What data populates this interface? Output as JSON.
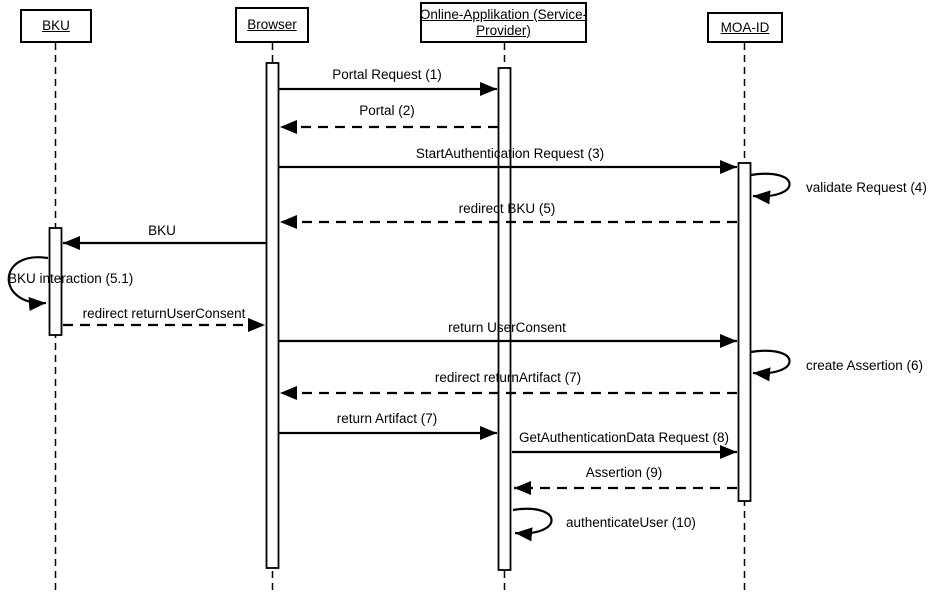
{
  "diagram_type": "uml-sequence-diagram",
  "colors": {
    "background": "#ffffff",
    "line": "#000000",
    "text": "#000000"
  },
  "actors": {
    "bku": {
      "label": "BKU"
    },
    "browser": {
      "label": "Browser"
    },
    "online_app": {
      "label_line1": "Online-Applikation (Service-",
      "label_line2": "Provider)"
    },
    "moa_id": {
      "label": "MOA-ID"
    }
  },
  "messages": {
    "portal_request": {
      "label": "Portal Request (1)",
      "from": "Browser",
      "to": "Online-Applikation (Service-Provider)",
      "style": "solid"
    },
    "portal": {
      "label": "Portal (2)",
      "from": "Online-Applikation (Service-Provider)",
      "to": "Browser",
      "style": "dashed"
    },
    "start_authentication": {
      "label": "StartAuthentication Request (3)",
      "from": "Browser",
      "to": "MOA-ID",
      "style": "solid"
    },
    "validate_request": {
      "label": "validate Request (4)",
      "on": "MOA-ID",
      "style": "self"
    },
    "redirect_bku": {
      "label": "redirect BKU (5)",
      "from": "MOA-ID",
      "to": "Browser",
      "style": "dashed"
    },
    "bku": {
      "label": "BKU",
      "from": "Browser",
      "to": "BKU",
      "style": "solid"
    },
    "bku_interaction": {
      "label": "BKU interaction (5.1)",
      "on": "BKU",
      "style": "self"
    },
    "redirect_return_user_consent": {
      "label": "redirect returnUserConsent",
      "from": "BKU",
      "to": "Browser",
      "style": "dashed"
    },
    "return_user_consent": {
      "label": "return UserConsent",
      "from": "Browser",
      "to": "MOA-ID",
      "style": "solid"
    },
    "create_assertion": {
      "label": "create Assertion (6)",
      "on": "MOA-ID",
      "style": "self"
    },
    "redirect_return_artifact": {
      "label": "redirect returnArtifact (7)",
      "from": "MOA-ID",
      "to": "Browser",
      "style": "dashed"
    },
    "return_artifact": {
      "label": "return Artifact (7)",
      "from": "Browser",
      "to": "Online-Applikation (Service-Provider)",
      "style": "solid"
    },
    "get_authentication_data": {
      "label": "GetAuthenticationData Request (8)",
      "from": "Online-Applikation (Service-Provider)",
      "to": "MOA-ID",
      "style": "solid"
    },
    "assertion": {
      "label": "Assertion (9)",
      "from": "MOA-ID",
      "to": "Online-Applikation (Service-Provider)",
      "style": "dashed"
    },
    "authenticate_user": {
      "label": "authenticateUser (10)",
      "on": "Online-Applikation (Service-Provider)",
      "style": "self"
    }
  }
}
